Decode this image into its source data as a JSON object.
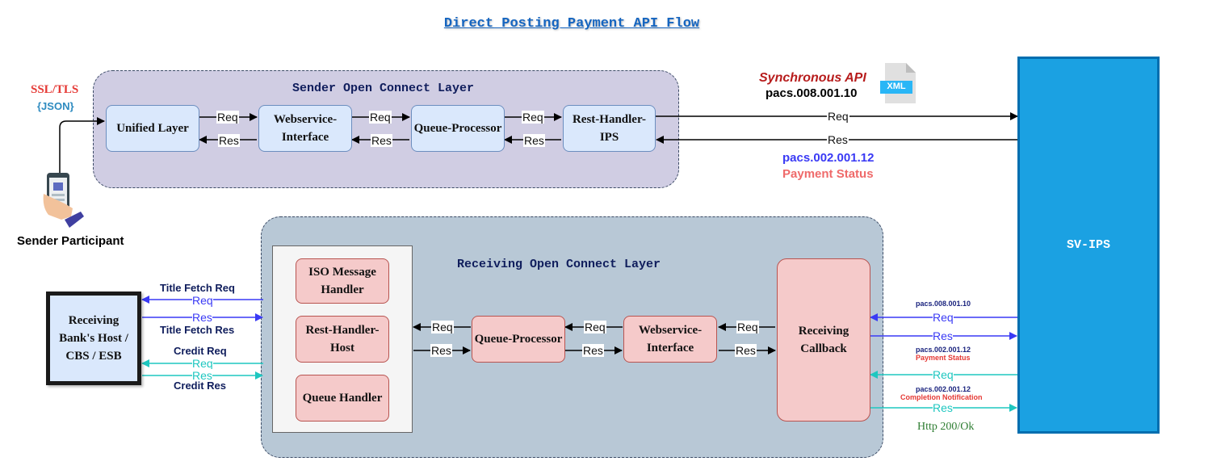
{
  "title": "Direct Posting Payment API Flow",
  "sender": {
    "layer_title": "Sender Open Connect Layer",
    "ssl_label": "SSL/TLS",
    "json_label": "{JSON}",
    "participant_label": "Sender Participant",
    "boxes": [
      "Unified Layer",
      "Webservice-Interface",
      "Queue-Processor",
      "Rest-Handler-IPS"
    ],
    "req_label": "Req",
    "res_label": "Res"
  },
  "sync": {
    "api_label": "Synchronous API",
    "pacs_req": "pacs.008.001.10",
    "xml_badge": "XML",
    "req": "Req",
    "res": "Res",
    "pacs_res": "pacs.002.001.12",
    "payment_status": "Payment Status"
  },
  "svips": {
    "label": "SV-IPS"
  },
  "receiving": {
    "layer_title": "Receiving Open Connect Layer",
    "host_boxes": [
      "ISO Message Handler",
      "Rest-Handler-Host",
      "Queue Handler"
    ],
    "queue_processor": "Queue-Processor",
    "webservice": "Webservice-Interface",
    "callback": "Receiving Callback",
    "req_label": "Req",
    "res_label": "Res"
  },
  "bank": {
    "label": "Receiving Bank's Host / CBS / ESB",
    "title_fetch_req": "Title Fetch Req",
    "title_fetch_res": "Title Fetch Res",
    "credit_req": "Credit Req",
    "credit_res": "Credit Res",
    "req": "Req",
    "res": "Res"
  },
  "right_flows": {
    "pacs008": "pacs.008.001.10",
    "req1": "Req",
    "res1": "Res",
    "pacs002_a": "pacs.002.001.12",
    "payment_status": "Payment Status",
    "req2": "Req",
    "pacs002_b": "pacs.002.001.12",
    "completion": "Completion Notification",
    "res2": "Res",
    "http_ok": "Http 200/Ok"
  },
  "colors": {
    "blue_arrow": "#3a3af5",
    "teal_arrow": "#1ec7c0",
    "red_text": "#e53935",
    "dark_red": "#b71c1c",
    "green_text": "#2e7d32"
  }
}
